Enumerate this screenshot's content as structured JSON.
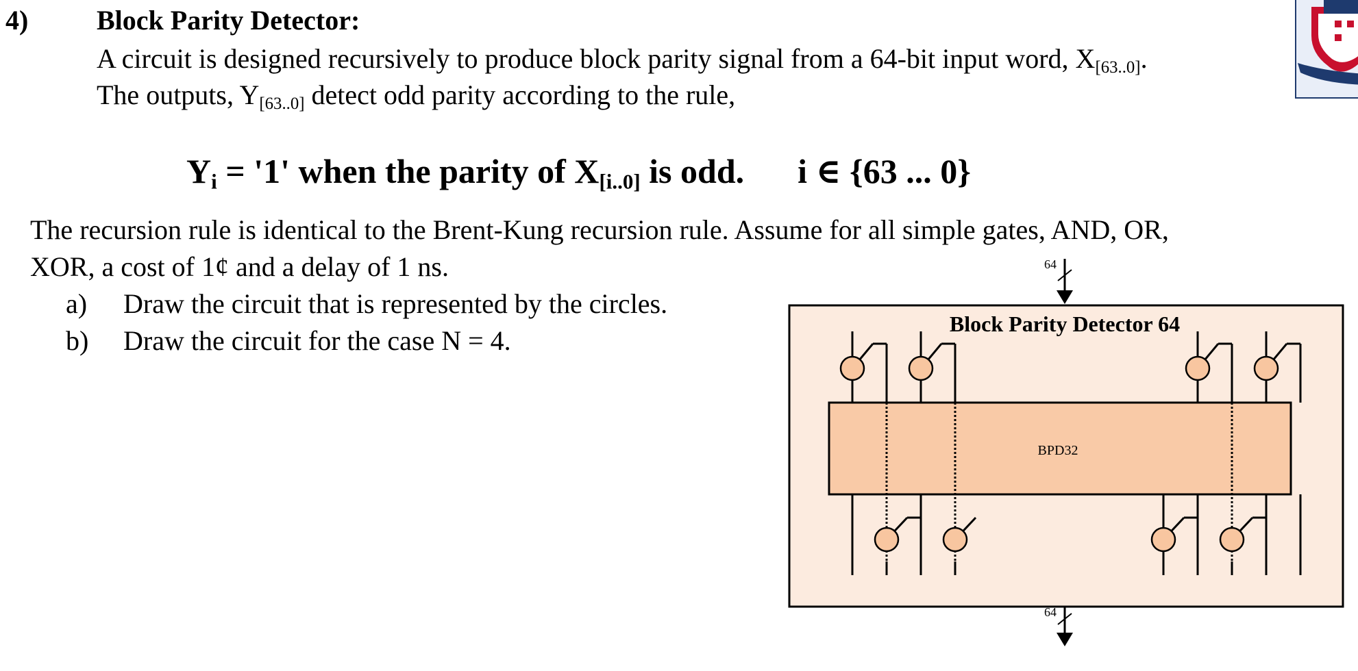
{
  "question": {
    "number": "4)",
    "title": "Block Parity Detector:"
  },
  "intro": {
    "line1": {
      "text": "A circuit is designed recursively to produce block parity signal from a 64-bit input word, X",
      "sub": "[63..0]",
      "after": "."
    },
    "line2": {
      "before": "The outputs, Y",
      "sub": "[63..0]",
      "after": " detect odd parity according to the rule,"
    }
  },
  "rule": {
    "p1": "Y",
    "p1_sub": "i",
    "p2": " = '1' when the parity of X",
    "p2_sub": "[i..0]",
    "p3": " is odd.",
    "range": "i ∈ {63 ... 0}"
  },
  "recursion": {
    "line1": "The recursion rule is identical to the Brent-Kung recursion rule. Assume for all simple gates, AND, OR,",
    "line2": "XOR, a cost of 1¢ and a delay of 1 ns."
  },
  "items": [
    {
      "label": "a)",
      "text": "Draw the circuit that is represented by the circles."
    },
    {
      "label": "b)",
      "text": "Draw the circuit for the case N = 4."
    }
  ],
  "diagram": {
    "title": "Block Parity Detector 64",
    "inner_label": "BPD32",
    "input_width": "64",
    "output_width": "64",
    "colors": {
      "outer_fill": "#fcebdf",
      "inner_fill": "#f9caa7",
      "node_fill": "#f8c6a0",
      "line": "#000000"
    }
  },
  "crest": {
    "colors": {
      "blue": "#1e3a6e",
      "red": "#c8102e",
      "white": "#ffffff"
    }
  }
}
